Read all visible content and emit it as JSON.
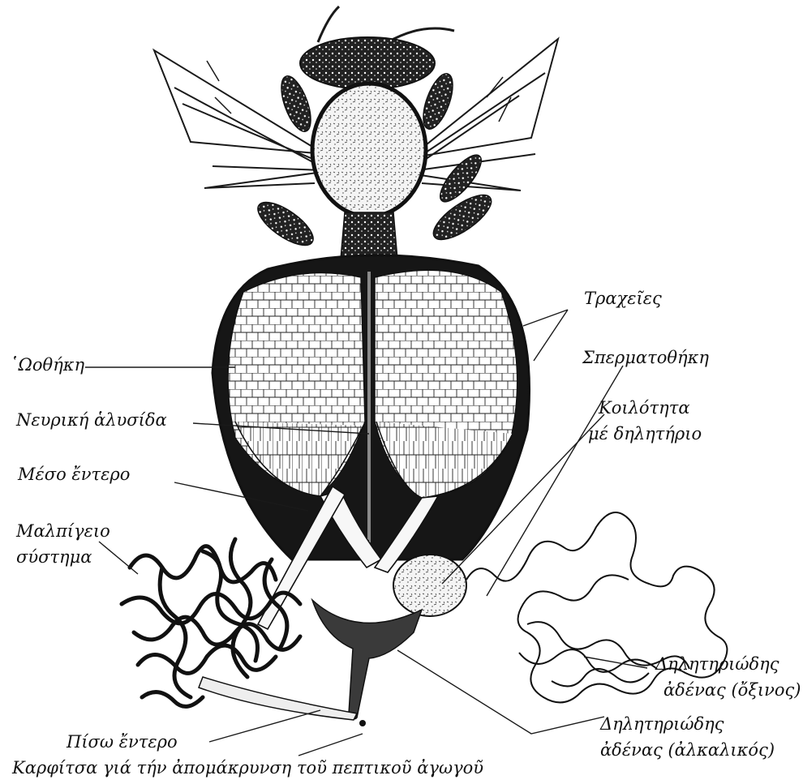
{
  "labels": {
    "tracheae": "Τραχεῖες",
    "ovary": "῾Ωοθήκη",
    "spermatheca": "Σπερματοθήκη",
    "nerve_cord": "Νευρική ἁλυσίδα",
    "venom_reservoir_line1": "Κοιλότητα",
    "venom_reservoir_line2": "μέ δηλητήριο",
    "midgut": "Μέσο ἔντερο",
    "malpighian_line1": "Μαλπίγειο",
    "malpighian_line2": "σύστημα",
    "acid_gland_line1": "Δηλητηριώδης",
    "acid_gland_line2": "ἀδένας (ὄξινος)",
    "alkaline_gland_line1": "Δηλητηριώδης",
    "alkaline_gland_line2": "ἀδένας (ἀλκαλικός)",
    "hindgut": "Πίσω ἔντερο",
    "pin_caption": "Καρφίτσα γιά τήν ἀπομάκρυνση τοῦ πεπτικοῦ ἀγωγοῦ"
  },
  "colors": {
    "ink": "#1a1a1a",
    "paper": "#ffffff",
    "tissue": "#f4f4f4"
  }
}
